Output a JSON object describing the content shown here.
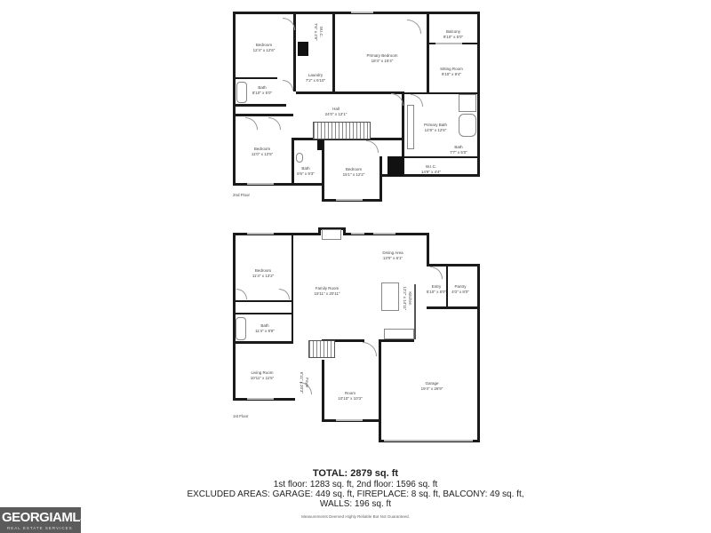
{
  "plan": {
    "second_floor": {
      "label": "2nd Floor",
      "rooms": [
        {
          "name": "Bedroom",
          "dims": "12'4\" x 12'6\""
        },
        {
          "name": "Laundry",
          "dims": "7'2\" x 6'10\""
        },
        {
          "name": "Primary Bedroom",
          "dims": "18'4\" x 15'4\""
        },
        {
          "name": "Balcony",
          "dims": "9'10\" x 5'0\""
        },
        {
          "name": "Sitting Room",
          "dims": "9'10\" x 9'4\""
        },
        {
          "name": "Bath",
          "dims": "8'10\" x 5'0\""
        },
        {
          "name": "Hall",
          "dims": "24'0\" x 12'1\""
        },
        {
          "name": "Primary Bath",
          "dims": "14'8\" x 12'6\""
        },
        {
          "name": "Bath",
          "dims": "7'7\" x 5'0\""
        },
        {
          "name": "Bedroom",
          "dims": "11'0\" x 12'5\""
        },
        {
          "name": "Bath",
          "dims": "6'6\" x 9'3\""
        },
        {
          "name": "Bedroom",
          "dims": "15'1\" x 12'2\""
        },
        {
          "name": "W.I.C.",
          "dims": "14'9\" x 4'4\""
        },
        {
          "name": "W.I.C.",
          "dims": "7'6\" x 4'9\""
        }
      ]
    },
    "first_floor": {
      "label": "1st Floor",
      "rooms": [
        {
          "name": "Dining Area",
          "dims": "13'0\" x 6'1\""
        },
        {
          "name": "Bedroom",
          "dims": "11'4\" x 13'2\""
        },
        {
          "name": "Family Room",
          "dims": "15'11\" x 20'11\""
        },
        {
          "name": "Kitchen",
          "dims": "12'2\" x 14'11\""
        },
        {
          "name": "Entry",
          "dims": "5'10\" x 8'0\""
        },
        {
          "name": "Pantry",
          "dims": "4'0\" x 8'0\""
        },
        {
          "name": "Bath",
          "dims": "11'4\" x 8'8\""
        },
        {
          "name": "Living Room",
          "dims": "10'11\" x 11'5\""
        },
        {
          "name": "Foyer",
          "dims": "6'11\" x 20'3\""
        },
        {
          "name": "Room",
          "dims": "10'10\" x 10'3\""
        },
        {
          "name": "Garage",
          "dims": "19'4\" x 26'9\""
        }
      ]
    }
  },
  "summary": {
    "total": "TOTAL: 2879 sq. ft",
    "floors": "1st floor: 1283 sq. ft, 2nd floor: 1596 sq. ft",
    "excluded": "EXCLUDED AREAS: GARAGE: 449 sq. ft, FIREPLACE: 8 sq. ft, BALCONY: 49 sq. ft,",
    "walls": "WALLS: 196 sq. ft",
    "disclaimer": "Measurements Deemed Highly Reliable But Not Guaranteed."
  },
  "logo": {
    "main": "GEORGIAMLS",
    "sub": "REAL ESTATE SERVICES"
  }
}
